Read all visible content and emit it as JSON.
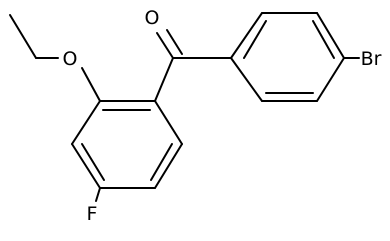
{
  "molecule": {
    "atoms": {
      "oxygen_carbonyl": "O",
      "oxygen_ether": "O",
      "bromine": "Br",
      "fluorine": "F"
    }
  }
}
